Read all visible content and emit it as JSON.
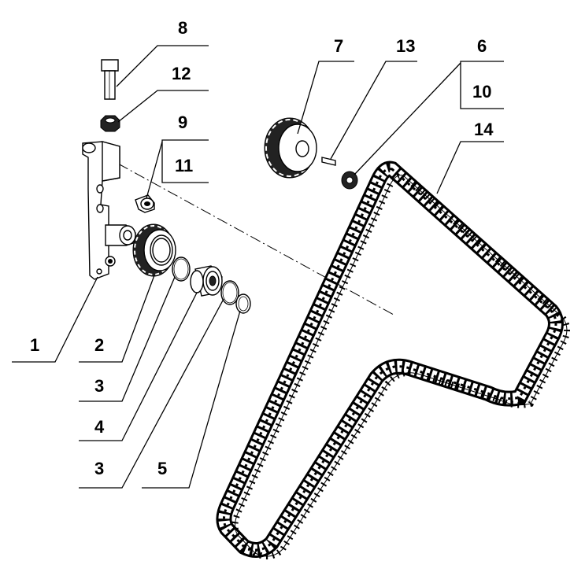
{
  "callouts": [
    {
      "id": "c1",
      "label": "1"
    },
    {
      "id": "c2",
      "label": "2"
    },
    {
      "id": "c3a",
      "label": "3"
    },
    {
      "id": "c4",
      "label": "4"
    },
    {
      "id": "c3b",
      "label": "3"
    },
    {
      "id": "c5",
      "label": "5"
    },
    {
      "id": "c8",
      "label": "8"
    },
    {
      "id": "c12",
      "label": "12"
    },
    {
      "id": "c9",
      "label": "9"
    },
    {
      "id": "c11",
      "label": "11"
    },
    {
      "id": "c7",
      "label": "7"
    },
    {
      "id": "c13",
      "label": "13"
    },
    {
      "id": "c6",
      "label": "6"
    },
    {
      "id": "c10",
      "label": "10"
    },
    {
      "id": "c14",
      "label": "14"
    }
  ]
}
